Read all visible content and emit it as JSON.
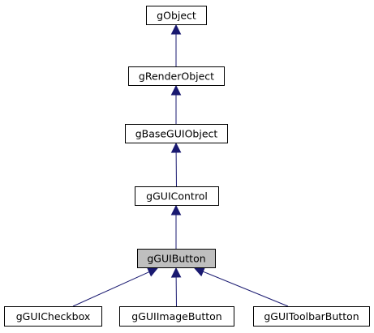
{
  "diagram": {
    "type": "inheritance-graph",
    "edge_color": "#191970",
    "highlight_fill": "#bfbfbf",
    "nodes": [
      {
        "id": "gObject",
        "label": "gObject",
        "highlight": false
      },
      {
        "id": "gRenderObject",
        "label": "gRenderObject",
        "highlight": false
      },
      {
        "id": "gBaseGUIObject",
        "label": "gBaseGUIObject",
        "highlight": false
      },
      {
        "id": "gGUIControl",
        "label": "gGUIControl",
        "highlight": false
      },
      {
        "id": "gGUIButton",
        "label": "gGUIButton",
        "highlight": true
      },
      {
        "id": "gGUICheckbox",
        "label": "gGUICheckbox",
        "highlight": false
      },
      {
        "id": "gGUIImageButton",
        "label": "gGUIImageButton",
        "highlight": false
      },
      {
        "id": "gGUIToolbarButton",
        "label": "gGUIToolbarButton",
        "highlight": false
      }
    ],
    "edges": [
      {
        "from": "gRenderObject",
        "to": "gObject"
      },
      {
        "from": "gBaseGUIObject",
        "to": "gRenderObject"
      },
      {
        "from": "gGUIControl",
        "to": "gBaseGUIObject"
      },
      {
        "from": "gGUIButton",
        "to": "gGUIControl"
      },
      {
        "from": "gGUICheckbox",
        "to": "gGUIButton"
      },
      {
        "from": "gGUIImageButton",
        "to": "gGUIButton"
      },
      {
        "from": "gGUIToolbarButton",
        "to": "gGUIButton"
      }
    ]
  }
}
